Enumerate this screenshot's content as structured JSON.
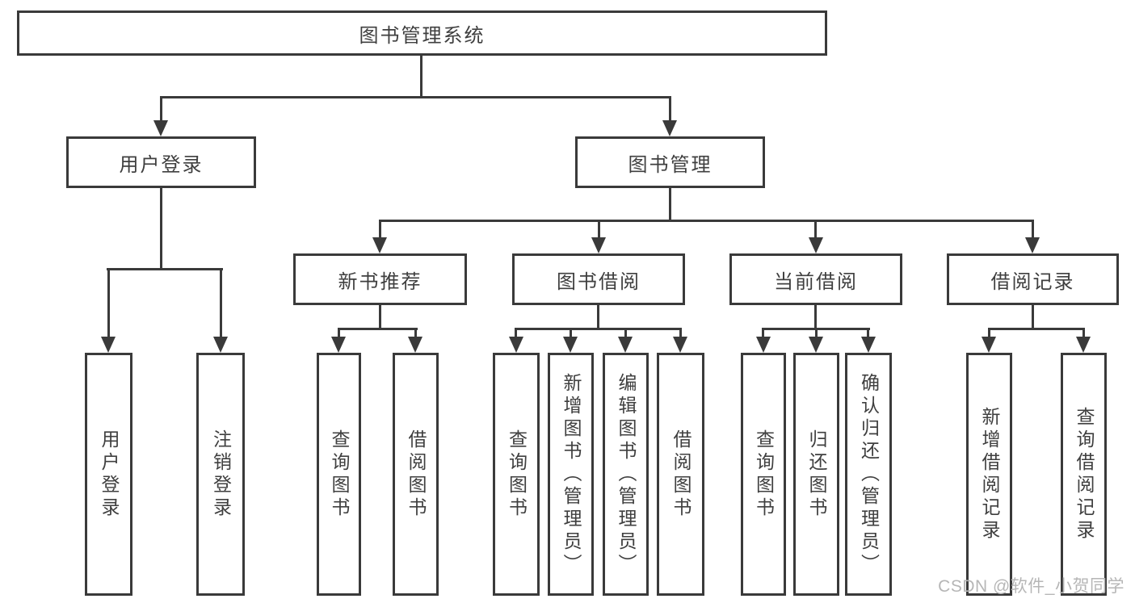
{
  "tree": {
    "root": "图书管理系统",
    "branches": [
      {
        "label": "用户登录",
        "children": [
          "用户登录",
          "注销登录"
        ]
      },
      {
        "label": "图书管理",
        "children": [
          {
            "label": "新书推荐",
            "children": [
              "查询图书",
              "借阅图书"
            ]
          },
          {
            "label": "图书借阅",
            "children": [
              "查询图书",
              "新增图书（管理员）",
              "编辑图书（管理员）",
              "借阅图书"
            ]
          },
          {
            "label": "当前借阅",
            "children": [
              "查询图书",
              "归还图书",
              "确认归还（管理员）"
            ]
          },
          {
            "label": "借阅记录",
            "children": [
              "新增借阅记录",
              "查询借阅记录"
            ]
          }
        ]
      }
    ]
  },
  "watermark": "CSDN @软件_小贺同学",
  "colors": {
    "line": "#3a3a3a",
    "text": "#3f3f3f",
    "watermark": "#b6b6b6",
    "background": "#ffffff"
  }
}
